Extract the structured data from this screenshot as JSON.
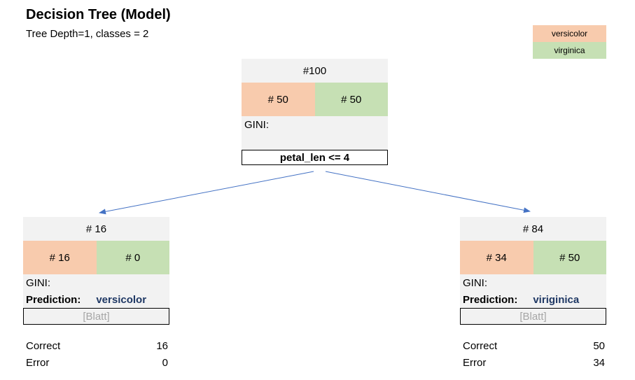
{
  "header": {
    "title": "Decision Tree (Model)",
    "subtitle": "Tree Depth=1, classes = 2"
  },
  "legend": [
    {
      "label": "versicolor",
      "color": "#f8cbad"
    },
    {
      "label": "virginica",
      "color": "#c6e0b4"
    }
  ],
  "root": {
    "count": "#100",
    "class_counts": [
      "# 50",
      "# 50"
    ],
    "gini_label": "GINI:",
    "split_rule": "petal_len <= 4"
  },
  "left": {
    "count": "# 16",
    "class_counts": [
      "# 16",
      "# 0"
    ],
    "gini_label": "GINI:",
    "prediction_label": "Prediction:",
    "prediction_value": "versicolor",
    "leaf_label": "[Blatt]",
    "stats": [
      {
        "label": "Correct",
        "value": "16"
      },
      {
        "label": "Error",
        "value": "0"
      }
    ]
  },
  "right": {
    "count": "# 84",
    "class_counts": [
      "# 34",
      "# 50"
    ],
    "gini_label": "GINI:",
    "prediction_label": "Prediction:",
    "prediction_value": "viriginica",
    "leaf_label": "[Blatt]",
    "stats": [
      {
        "label": "Correct",
        "value": "50"
      },
      {
        "label": "Error",
        "value": "34"
      }
    ]
  }
}
